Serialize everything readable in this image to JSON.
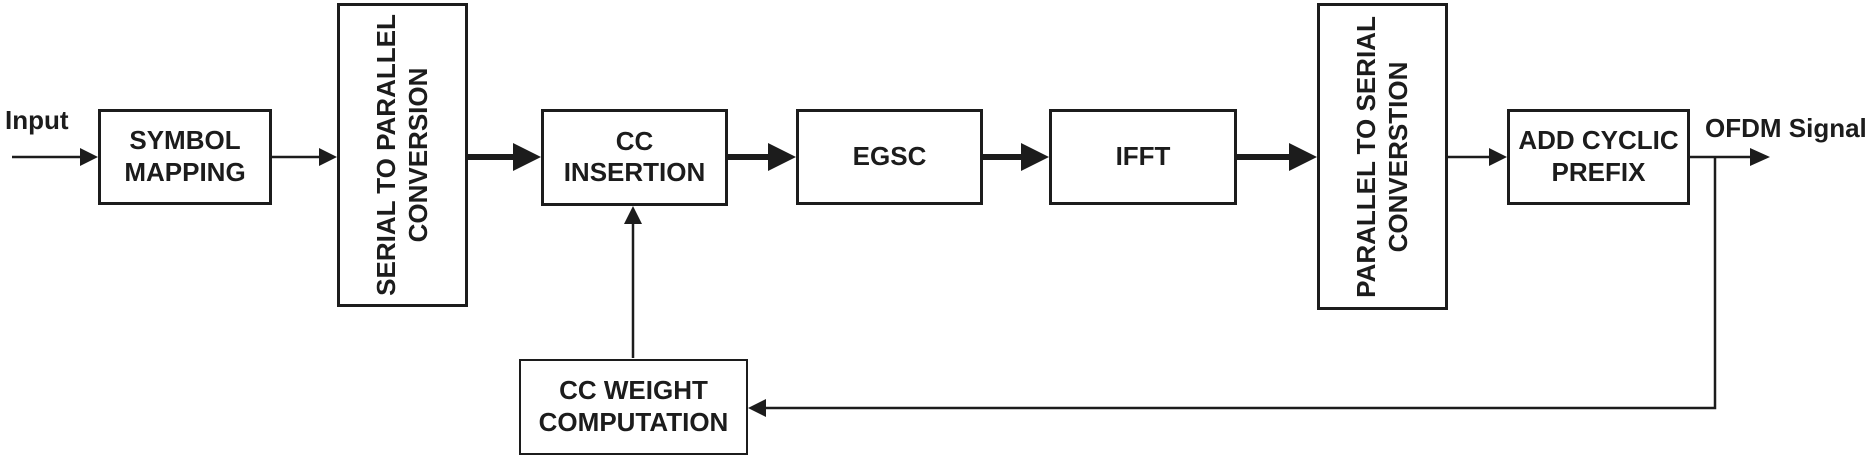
{
  "diagram": {
    "type": "block-diagram",
    "subject": "OFDM transmitter chain with constellation-constrained weighting feedback",
    "labels": {
      "input": "Input",
      "output": "OFDM Signal"
    },
    "blocks": [
      {
        "name": "symbol-mapping",
        "lines": [
          "SYMBOL",
          "MAPPING"
        ]
      },
      {
        "name": "serial-to-parallel-conversion",
        "lines": [
          "SERIAL TO PARALLEL",
          "CONVERSION"
        ],
        "orientation": "vertical"
      },
      {
        "name": "cc-insertion",
        "lines": [
          "CC",
          "INSERTION"
        ]
      },
      {
        "name": "egsc",
        "lines": [
          "EGSC"
        ]
      },
      {
        "name": "ifft",
        "lines": [
          "IFFT"
        ]
      },
      {
        "name": "parallel-to-serial-conversion",
        "lines": [
          "PARALLEL TO SERIAL",
          "CONVERSTION"
        ],
        "orientation": "vertical"
      },
      {
        "name": "add-cyclic-prefix",
        "lines": [
          "ADD CYCLIC",
          "PREFIX"
        ]
      },
      {
        "name": "cc-weight-computation",
        "lines": [
          "CC WEIGHT",
          "COMPUTATION"
        ]
      }
    ],
    "connections": [
      "input -> symbol-mapping (thin)",
      "symbol-mapping -> serial-to-parallel-conversion (thin)",
      "serial-to-parallel-conversion -> cc-insertion (thick)",
      "cc-insertion -> egsc (thick)",
      "egsc -> ifft (thick)",
      "ifft -> parallel-to-serial-conversion (thick)",
      "parallel-to-serial-conversion -> add-cyclic-prefix (thin)",
      "add-cyclic-prefix -> output (thin)",
      "output-tap -> cc-weight-computation (feedback, thin)",
      "cc-weight-computation -> cc-insertion (thin, upward)"
    ],
    "colors": {
      "stroke": "#1c1c1c",
      "text": "#1c1c1c",
      "background": "#ffffff"
    }
  }
}
